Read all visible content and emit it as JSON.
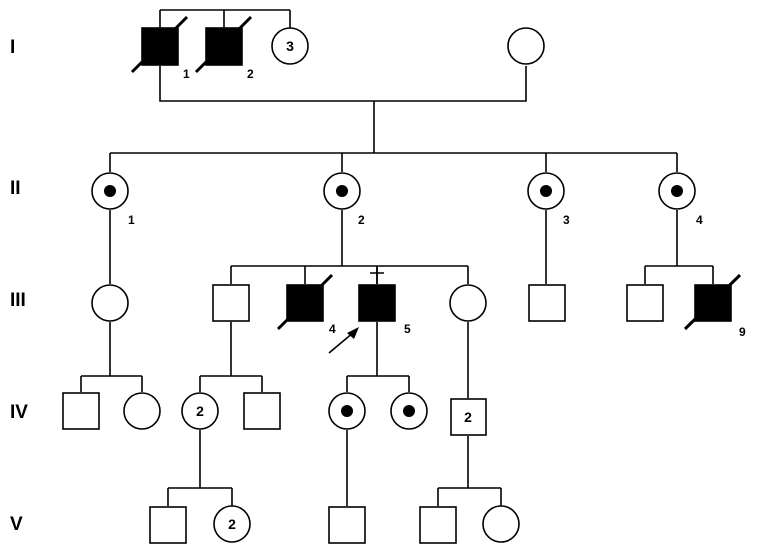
{
  "generations": [
    "I",
    "II",
    "III",
    "IV",
    "V"
  ],
  "individuals": {
    "I_1": {
      "sex": "male",
      "affected": true,
      "deceased": true,
      "label": "1"
    },
    "I_2": {
      "sex": "male",
      "affected": true,
      "deceased": true,
      "label": "2"
    },
    "I_3": {
      "sex": "female",
      "count": "3"
    },
    "I_4": {
      "sex": "female"
    },
    "II_1": {
      "sex": "female",
      "carrier": true,
      "label": "1"
    },
    "II_2": {
      "sex": "female",
      "carrier": true,
      "label": "2"
    },
    "II_3": {
      "sex": "female",
      "carrier": true,
      "label": "3"
    },
    "II_4": {
      "sex": "female",
      "carrier": true,
      "label": "4"
    },
    "III_1": {
      "sex": "female"
    },
    "III_2": {
      "sex": "male"
    },
    "III_4": {
      "sex": "male",
      "affected": true,
      "deceased": true,
      "label": "4"
    },
    "III_5": {
      "sex": "male",
      "affected": true,
      "proband": true,
      "label": "5"
    },
    "III_6": {
      "sex": "female"
    },
    "III_7": {
      "sex": "male"
    },
    "III_8": {
      "sex": "male"
    },
    "III_9": {
      "sex": "male",
      "affected": true,
      "deceased": true,
      "label": "9"
    },
    "IV_1": {
      "sex": "male"
    },
    "IV_2": {
      "sex": "female"
    },
    "IV_3": {
      "sex": "female",
      "count": "2"
    },
    "IV_4": {
      "sex": "male"
    },
    "IV_5": {
      "sex": "female",
      "carrier": true
    },
    "IV_6": {
      "sex": "female",
      "carrier": true
    },
    "IV_7": {
      "sex": "male",
      "count": "2"
    },
    "V_1": {
      "sex": "male"
    },
    "V_2": {
      "sex": "female",
      "count": "2"
    },
    "V_3": {
      "sex": "male"
    },
    "V_4": {
      "sex": "male"
    },
    "V_5": {
      "sex": "female"
    }
  }
}
